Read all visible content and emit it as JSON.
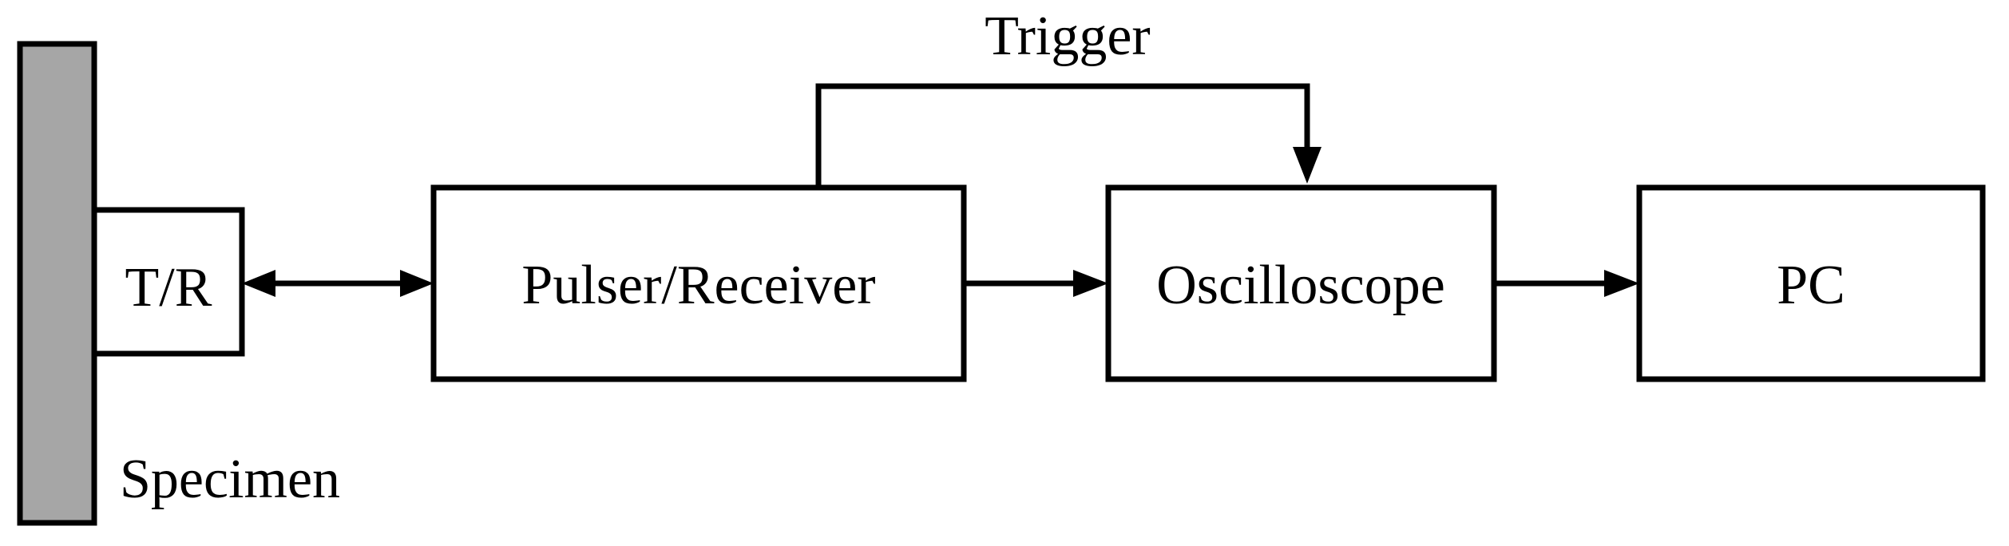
{
  "diagram": {
    "specimen_label": "Specimen",
    "transducer_label": "T/R",
    "pulser_label": "Pulser/Receiver",
    "oscilloscope_label": "Oscilloscope",
    "pc_label": "PC",
    "trigger_label": "Trigger"
  },
  "colors": {
    "specimen_fill": "#a6a6a6",
    "line": "#000000",
    "background": "#ffffff"
  }
}
